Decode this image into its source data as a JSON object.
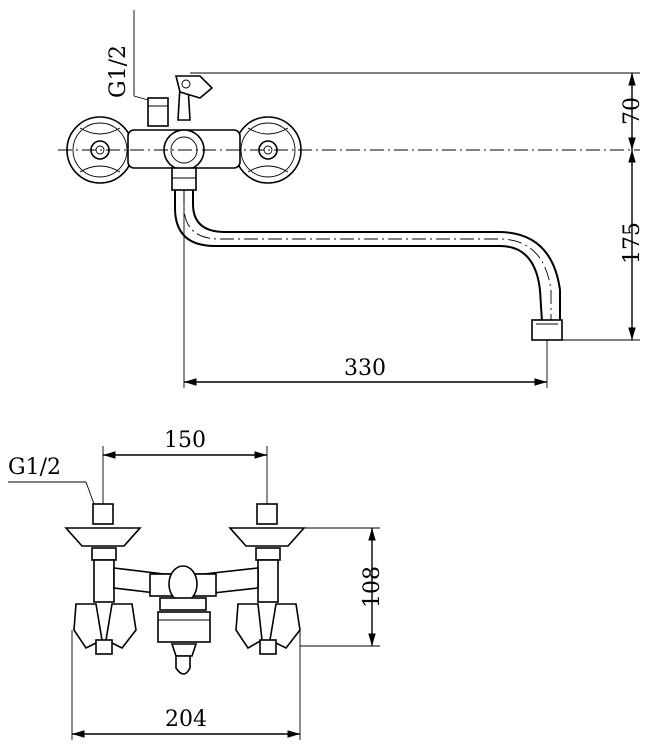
{
  "top_view": {
    "thread_label": "G1/2",
    "dim_height_upper": "70",
    "dim_height_lower": "175",
    "dim_spout_length": "330"
  },
  "front_view": {
    "thread_label": "G1/2",
    "dim_center_distance": "150",
    "dim_height": "108",
    "dim_total_width": "204"
  }
}
